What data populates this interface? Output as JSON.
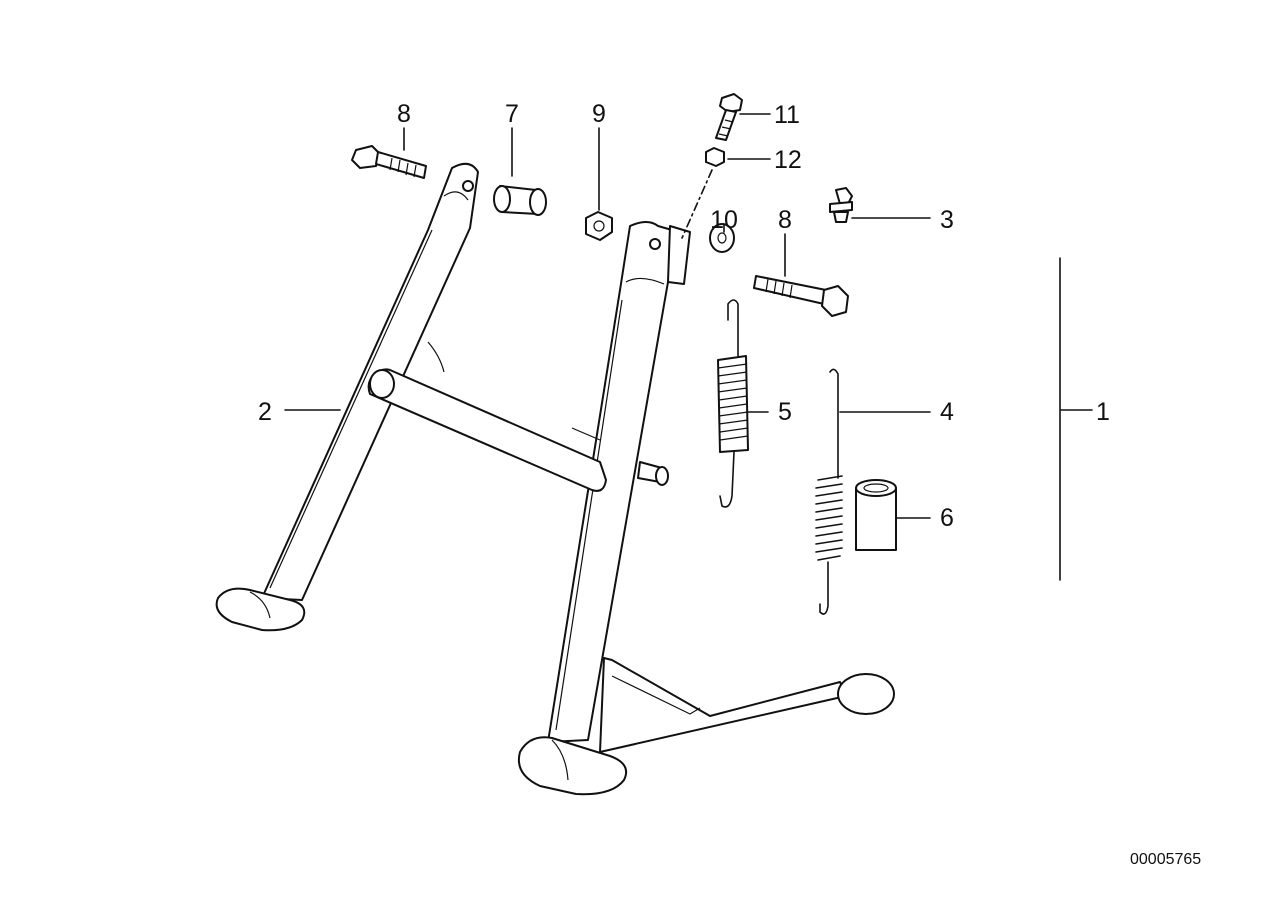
{
  "diagram": {
    "drawing_number": "00005765",
    "callouts": {
      "c1": "1",
      "c2": "2",
      "c3": "3",
      "c4": "4",
      "c5": "5",
      "c6": "6",
      "c7": "7",
      "c8a": "8",
      "c8b": "8",
      "c9": "9",
      "c10": "10",
      "c11": "11",
      "c12": "12"
    }
  }
}
